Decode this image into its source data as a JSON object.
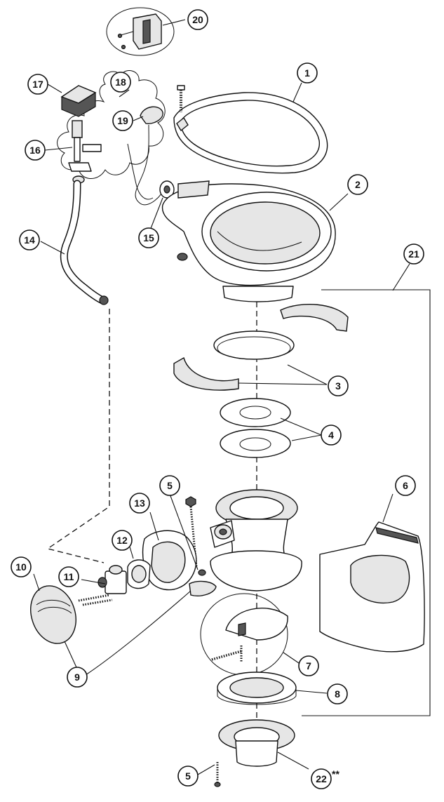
{
  "callouts": [
    {
      "label": "1"
    },
    {
      "label": "2"
    },
    {
      "label": "3"
    },
    {
      "label": "4"
    },
    {
      "label": "5"
    },
    {
      "label": "5"
    },
    {
      "label": "6"
    },
    {
      "label": "7"
    },
    {
      "label": "8"
    },
    {
      "label": "9"
    },
    {
      "label": "10"
    },
    {
      "label": "11"
    },
    {
      "label": "12"
    },
    {
      "label": "13"
    },
    {
      "label": "14"
    },
    {
      "label": "15"
    },
    {
      "label": "16"
    },
    {
      "label": "17"
    },
    {
      "label": "18"
    },
    {
      "label": "19"
    },
    {
      "label": "20"
    },
    {
      "label": "21"
    },
    {
      "label": "22"
    }
  ],
  "footnote_marker": "**"
}
